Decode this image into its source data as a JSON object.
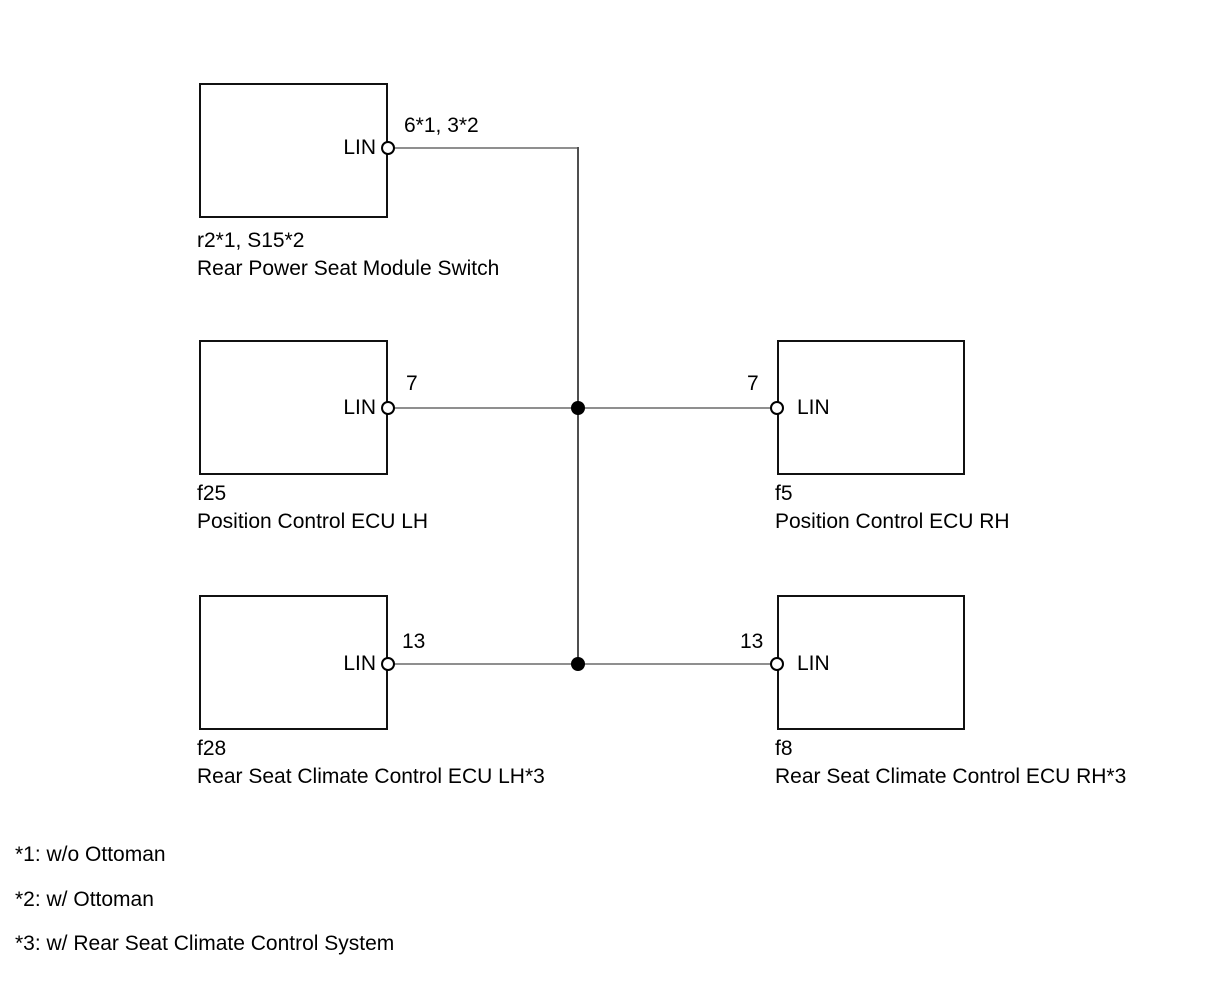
{
  "diagram": {
    "title_implicit": "LIN communication wiring diagram",
    "bus": {
      "protocol": "LIN",
      "topology": "single trunk with two junctions"
    },
    "modules": [
      {
        "connector_code": "r2*1, S15*2",
        "name": "Rear Power Seat Module Switch",
        "port_label": "LIN",
        "pin_label": "6*1, 3*2",
        "port_side": "right"
      },
      {
        "connector_code": "f25",
        "name": "Position Control ECU LH",
        "port_label": "LIN",
        "pin_label": "7",
        "port_side": "right"
      },
      {
        "connector_code": "f5",
        "name": "Position Control ECU RH",
        "port_label": "LIN",
        "pin_label": "7",
        "port_side": "left"
      },
      {
        "connector_code": "f28",
        "name": "Rear Seat Climate Control ECU LH*3",
        "port_label": "LIN",
        "pin_label": "13",
        "port_side": "right"
      },
      {
        "connector_code": "f8",
        "name": "Rear Seat Climate Control ECU RH*3",
        "port_label": "LIN",
        "pin_label": "13",
        "port_side": "left"
      }
    ],
    "footnotes": [
      "*1: w/o Ottoman",
      "*2: w/ Ottoman",
      "*3: w/ Rear Seat Climate Control System"
    ],
    "colors": {
      "background": "#ffffff",
      "box_border": "#111111",
      "wire": "#8f8f8f",
      "trunk": "#4f4f4f",
      "junction_dot": "#000000",
      "text": "#000000"
    }
  }
}
